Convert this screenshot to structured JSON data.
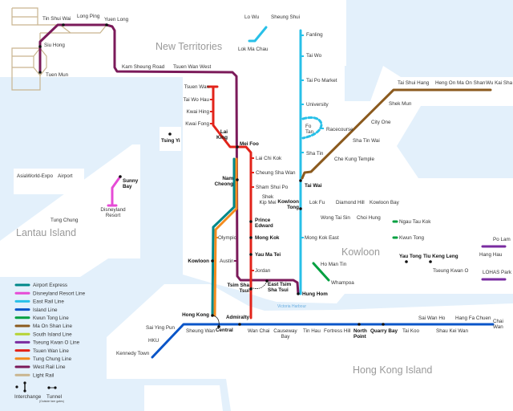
{
  "colors": {
    "water": "#e3f0fb",
    "airport_express": "#00888a",
    "disneyland": "#e64bd6",
    "east_rail": "#28c0e8",
    "island": "#0a55c8",
    "kwun_tong": "#00a040",
    "ma_on_shan": "#8b5a1e",
    "south_island": "#b5d334",
    "tseung_kwan_o": "#7a2ca0",
    "tsuen_wan": "#e2231a",
    "tung_chung": "#f38b1e",
    "west_rail": "#7b1a5a",
    "light_rail": "#c9b58f"
  },
  "regions": {
    "new_territories": "New Territories",
    "kowloon": "Kowloon",
    "lantau": "Lantau Island",
    "hk_island": "Hong Kong Island",
    "harbour": "Victoria Harbour"
  },
  "stations": {
    "tin_shui_wai": "Tin Shui Wai",
    "long_ping": "Long Ping",
    "yuen_long": "Yuen Long",
    "siu_hong": "Siu Hong",
    "tuen_mun": "Tuen Mun",
    "kam_sheung_road": "Kam Sheung Road",
    "tsuen_wan_west": "Tsuen Wan West",
    "lo_wu": "Lo Wu",
    "sheung_shui": "Sheung Shui",
    "lok_ma_chau": "Lok Ma Chau",
    "fanling": "Fanling",
    "tai_wo": "Tai Wo",
    "tai_po_market": "Tai Po Market",
    "university": "University",
    "fo_tan_1": "Fo",
    "fo_tan_2": "Tan",
    "racecourse": "Racecourse",
    "sha_tin": "Sha Tin",
    "tai_wai": "Tai Wai",
    "tai_shui_hang": "Tai Shui Hang",
    "heng_on": "Heng On",
    "ma_on_shan": "Ma On Shan",
    "wu_kai_sha": "Wu Kai Sha",
    "shek_mun": "Shek Mun",
    "city_one": "City One",
    "sha_tin_wai": "Sha Tin Wai",
    "che_kung_temple": "Che Kung Temple",
    "tsuen_wan": "Tsuen Wan",
    "tai_wo_hau": "Tai Wo Hau",
    "kwai_hing": "Kwai Hing",
    "kwai_fong": "Kwai Fong",
    "lai_king_1": "Lai",
    "lai_king_2": "King",
    "tsing_yi": "Tsing Yi",
    "mei_foo": "Mei Foo",
    "lai_chi_kok": "Lai Chi Kok",
    "cheung_sha_wan": "Cheung Sha Wan",
    "sham_shui_po": "Sham Shui Po",
    "shek_kip_mei_1": "Shek",
    "shek_kip_mei_2": "Kip Mei",
    "kowloon_tong_1": "Kowloon",
    "kowloon_tong_2": "Tong",
    "lok_fu": "Lok Fu",
    "diamond_hill": "Diamond Hill",
    "kowloon_bay": "Kowloon Bay",
    "wong_tai_sin": "Wong Tai Sin",
    "choi_hung": "Choi Hung",
    "ngau_tau_kok": "Ngau Tau Kok",
    "kwun_tong": "Kwun Tong",
    "mong_kok_east": "Mong Kok East",
    "ho_man_tin": "Ho Man Tin",
    "whampoa": "Whampoa",
    "yau_tong": "Yau Tong",
    "tiu_keng_leng": "Tiu Keng Leng",
    "tseung_kwan_o": "Tseung Kwan O",
    "po_lam": "Po Lam",
    "hang_hau": "Hang Hau",
    "lohas_park": "LOHAS Park",
    "nam_cheong_1": "Nam",
    "nam_cheong_2": "Cheong",
    "prince_edward_1": "Prince",
    "prince_edward_2": "Edward",
    "mong_kok": "Mong Kok",
    "yau_ma_tei": "Yau Ma Tei",
    "jordan": "Jordan",
    "olympic": "Olympic",
    "austin": "Austin",
    "kowloon": "Kowloon",
    "tsim_sha_tsui_1": "Tsim Sha",
    "tsim_sha_tsui_2": "Tsui",
    "east_tsim_sha_tsui_1": "East Tsim",
    "east_tsim_sha_tsui_2": "Sha Tsui",
    "hung_hom": "Hung Hom",
    "hong_kong": "Hong Kong",
    "admiralty": "Admiralty",
    "central": "Central",
    "sai_ying_pun": "Sai Ying Pun",
    "sheung_wan": "Sheung Wan",
    "hku": "HKU",
    "kennedy_town": "Kennedy Town",
    "wan_chai": "Wan Chai",
    "causeway_bay_1": "Causeway",
    "causeway_bay_2": "Bay",
    "tin_hau": "Tin Hau",
    "fortress_hill": "Fortress Hill",
    "north_point_1": "North",
    "north_point_2": "Point",
    "quarry_bay": "Quarry Bay",
    "tai_koo": "Tai Koo",
    "sai_wan_ho": "Sai Wan Ho",
    "shau_kei_wan": "Shau Kei Wan",
    "hang_fa_chuen": "Hang Fa Chuen",
    "chai_wan_1": "Chai",
    "chai_wan_2": "Wan",
    "asiaworld_expo": "AsiaWorld-Expo",
    "airport": "Airport",
    "sunny_bay_1": "Sunny",
    "sunny_bay_2": "Bay",
    "disneyland_1": "Disneyland",
    "disneyland_2": "Resort",
    "tung_chung": "Tung Chung"
  },
  "legend": {
    "items": [
      {
        "label": "Airport Express",
        "color": "#00888a"
      },
      {
        "label": "Disneyland Resort Line",
        "color": "#e64bd6"
      },
      {
        "label": "East Rail Line",
        "color": "#28c0e8"
      },
      {
        "label": "Island Line",
        "color": "#0a55c8"
      },
      {
        "label": "Kwun Tong Line",
        "color": "#00a040"
      },
      {
        "label": "Ma On Shan Line",
        "color": "#8b5a1e"
      },
      {
        "label": "South Island Line",
        "color": "#b5d334"
      },
      {
        "label": "Tseung Kwan O Line",
        "color": "#7a2ca0"
      },
      {
        "label": "Tsuen Wan Line",
        "color": "#e2231a"
      },
      {
        "label": "Tung Chung Line",
        "color": "#f38b1e"
      },
      {
        "label": "West Rail Line",
        "color": "#7b1a5a"
      },
      {
        "label": "Light Rail",
        "color": "#c9b58f"
      }
    ],
    "interchange": "Interchange",
    "tunnel": "Tunnel",
    "tunnel_note": "(Outside fare gates)"
  }
}
